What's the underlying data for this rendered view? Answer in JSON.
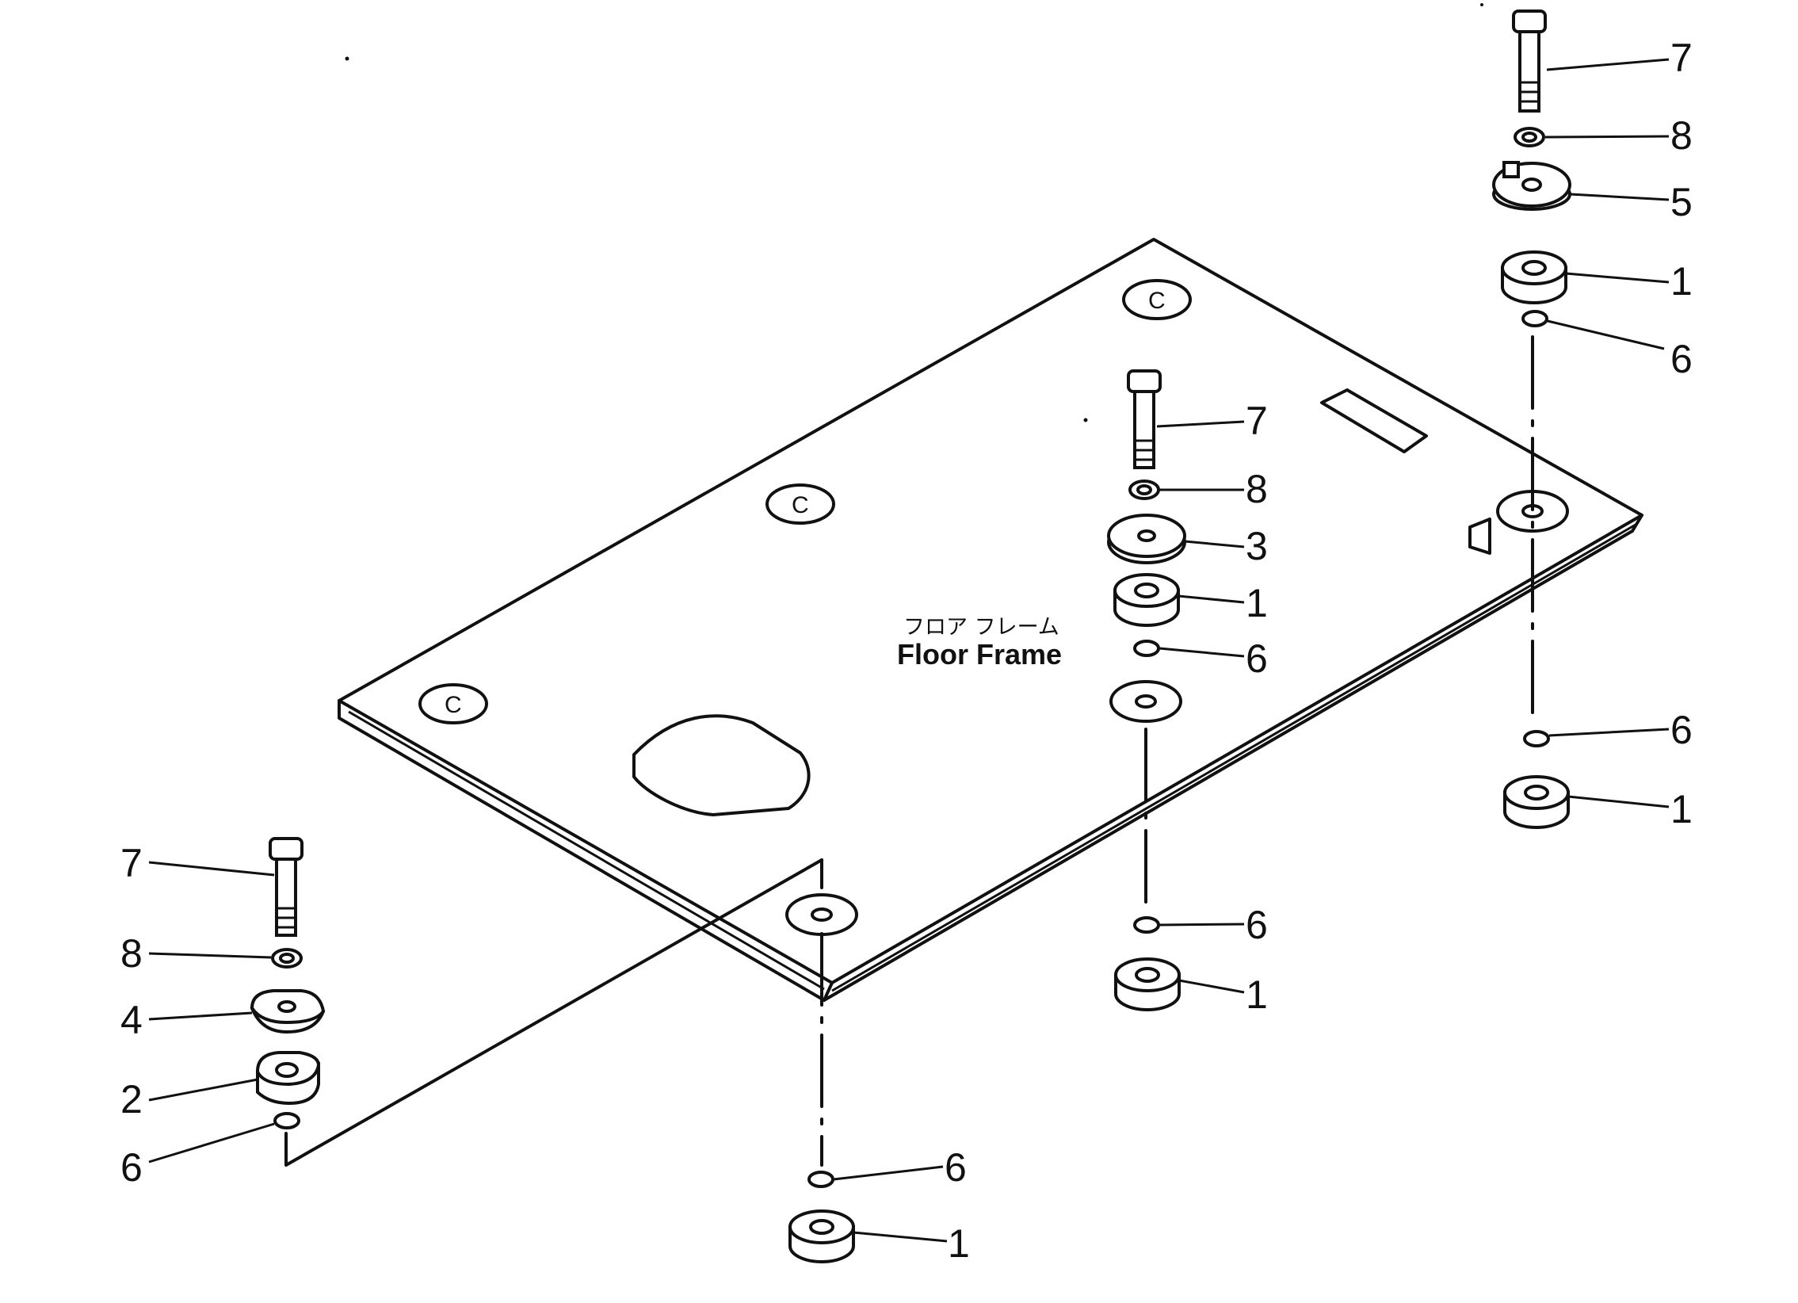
{
  "diagram": {
    "frame_label_jp": "フロア フレーム",
    "frame_label_en": "Floor Frame",
    "c_mark": "C"
  },
  "callouts": {
    "tr_7": "7",
    "tr_8": "8",
    "tr_5": "5",
    "tr_1a": "1",
    "tr_6a": "6",
    "tr_6b": "6",
    "tr_1b": "1",
    "mid_7": "7",
    "mid_8": "8",
    "mid_3": "3",
    "mid_1a": "1",
    "mid_6a": "6",
    "mid_6b": "6",
    "mid_1b": "1",
    "bot_6": "6",
    "bot_1": "1",
    "left_7": "7",
    "left_8": "8",
    "left_4": "4",
    "left_2": "2",
    "left_6": "6"
  }
}
